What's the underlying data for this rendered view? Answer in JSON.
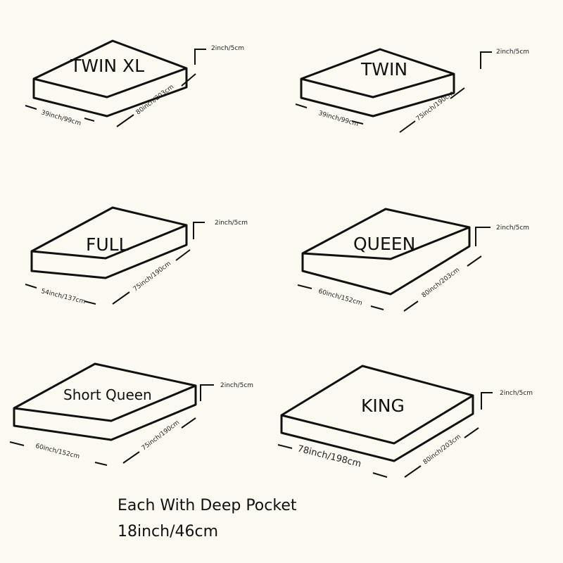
{
  "mattresses": [
    {
      "name": "TWIN XL",
      "width": "39inch/99cm",
      "length": "80inch/203cm",
      "height": "2inch/5cm"
    },
    {
      "name": "TWIN",
      "width": "39inch/99cm",
      "length": "75inch/190cm",
      "height": "2inch/5cm"
    },
    {
      "name": "FULL",
      "width": "54inch/137cm",
      "length": "75inch/190cm",
      "height": "2inch/5cm"
    },
    {
      "name": "QUEEN",
      "width": "60inch/152cm",
      "length": "80inch/203cm",
      "height": "2inch/5cm"
    },
    {
      "name": "Short Queen",
      "width": "60inch/152cm",
      "length": "75inch/190cm",
      "height": "2inch/5cm"
    },
    {
      "name": "KING",
      "width": "78inch/198cm",
      "length": "80inch/203cm",
      "height": "2inch/5cm"
    }
  ],
  "footer": {
    "line1": "Each With Deep Pocket",
    "line2": "18inch/46cm"
  }
}
